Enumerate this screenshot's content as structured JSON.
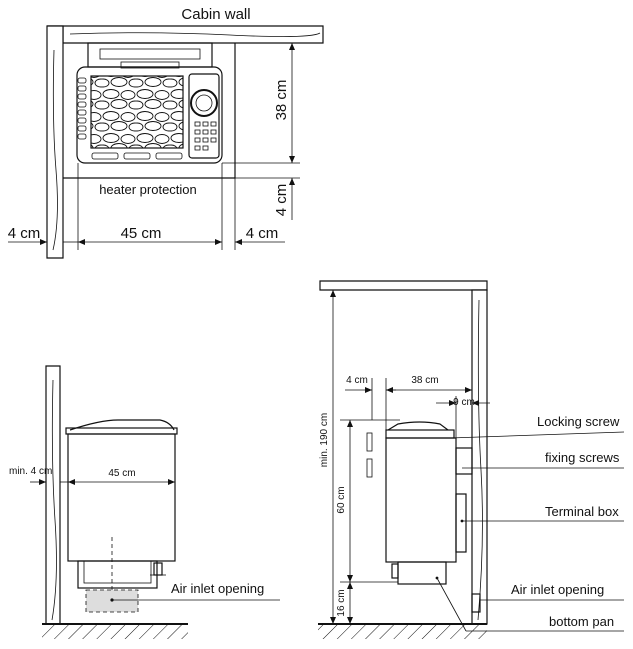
{
  "top_view": {
    "cabin_wall": "Cabin wall",
    "heater_protection": "heater protection",
    "dim_38cm": "38 cm",
    "dim_4cm_right_vertical": "4 cm",
    "dim_4cm_left": "4 cm",
    "dim_45cm": "45 cm",
    "dim_4cm_right": "4 cm"
  },
  "front_view": {
    "dim_min_4cm": "min. 4 cm",
    "dim_45cm": "45 cm",
    "air_inlet": "Air inlet opening"
  },
  "side_view": {
    "dim_4cm": "4 cm",
    "dim_38cm": "38 cm",
    "dim_9cm": "9 cm",
    "dim_min_190cm": "min. 190 cm",
    "dim_60cm": "60 cm",
    "dim_16cm": "16 cm",
    "locking_screw": "Locking screw",
    "fixing_screws": "fixing screws",
    "terminal_box": "Terminal box",
    "air_inlet": "Air inlet opening",
    "bottom_pan": "bottom pan"
  }
}
